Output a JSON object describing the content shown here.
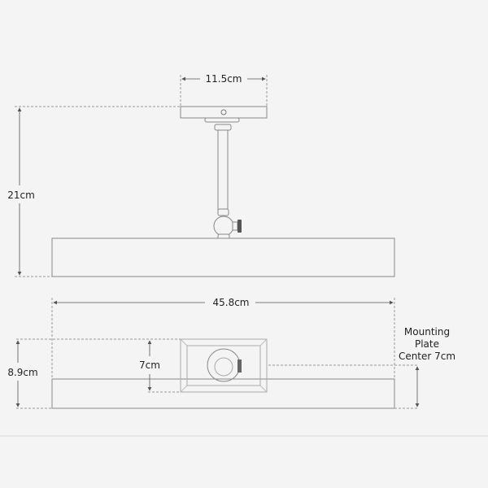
{
  "diagram": {
    "top_view": {
      "canopy_width": "11.5cm",
      "overall_height": "21cm"
    },
    "front_view": {
      "overall_width": "45.8cm",
      "overall_depth": "8.9cm",
      "plate_height": "7cm",
      "mounting_note": [
        "Mounting",
        "Plate",
        "Center 7cm"
      ]
    },
    "colors": {
      "background": "#f4f4f4",
      "line": "#777777",
      "text": "#222222"
    }
  }
}
